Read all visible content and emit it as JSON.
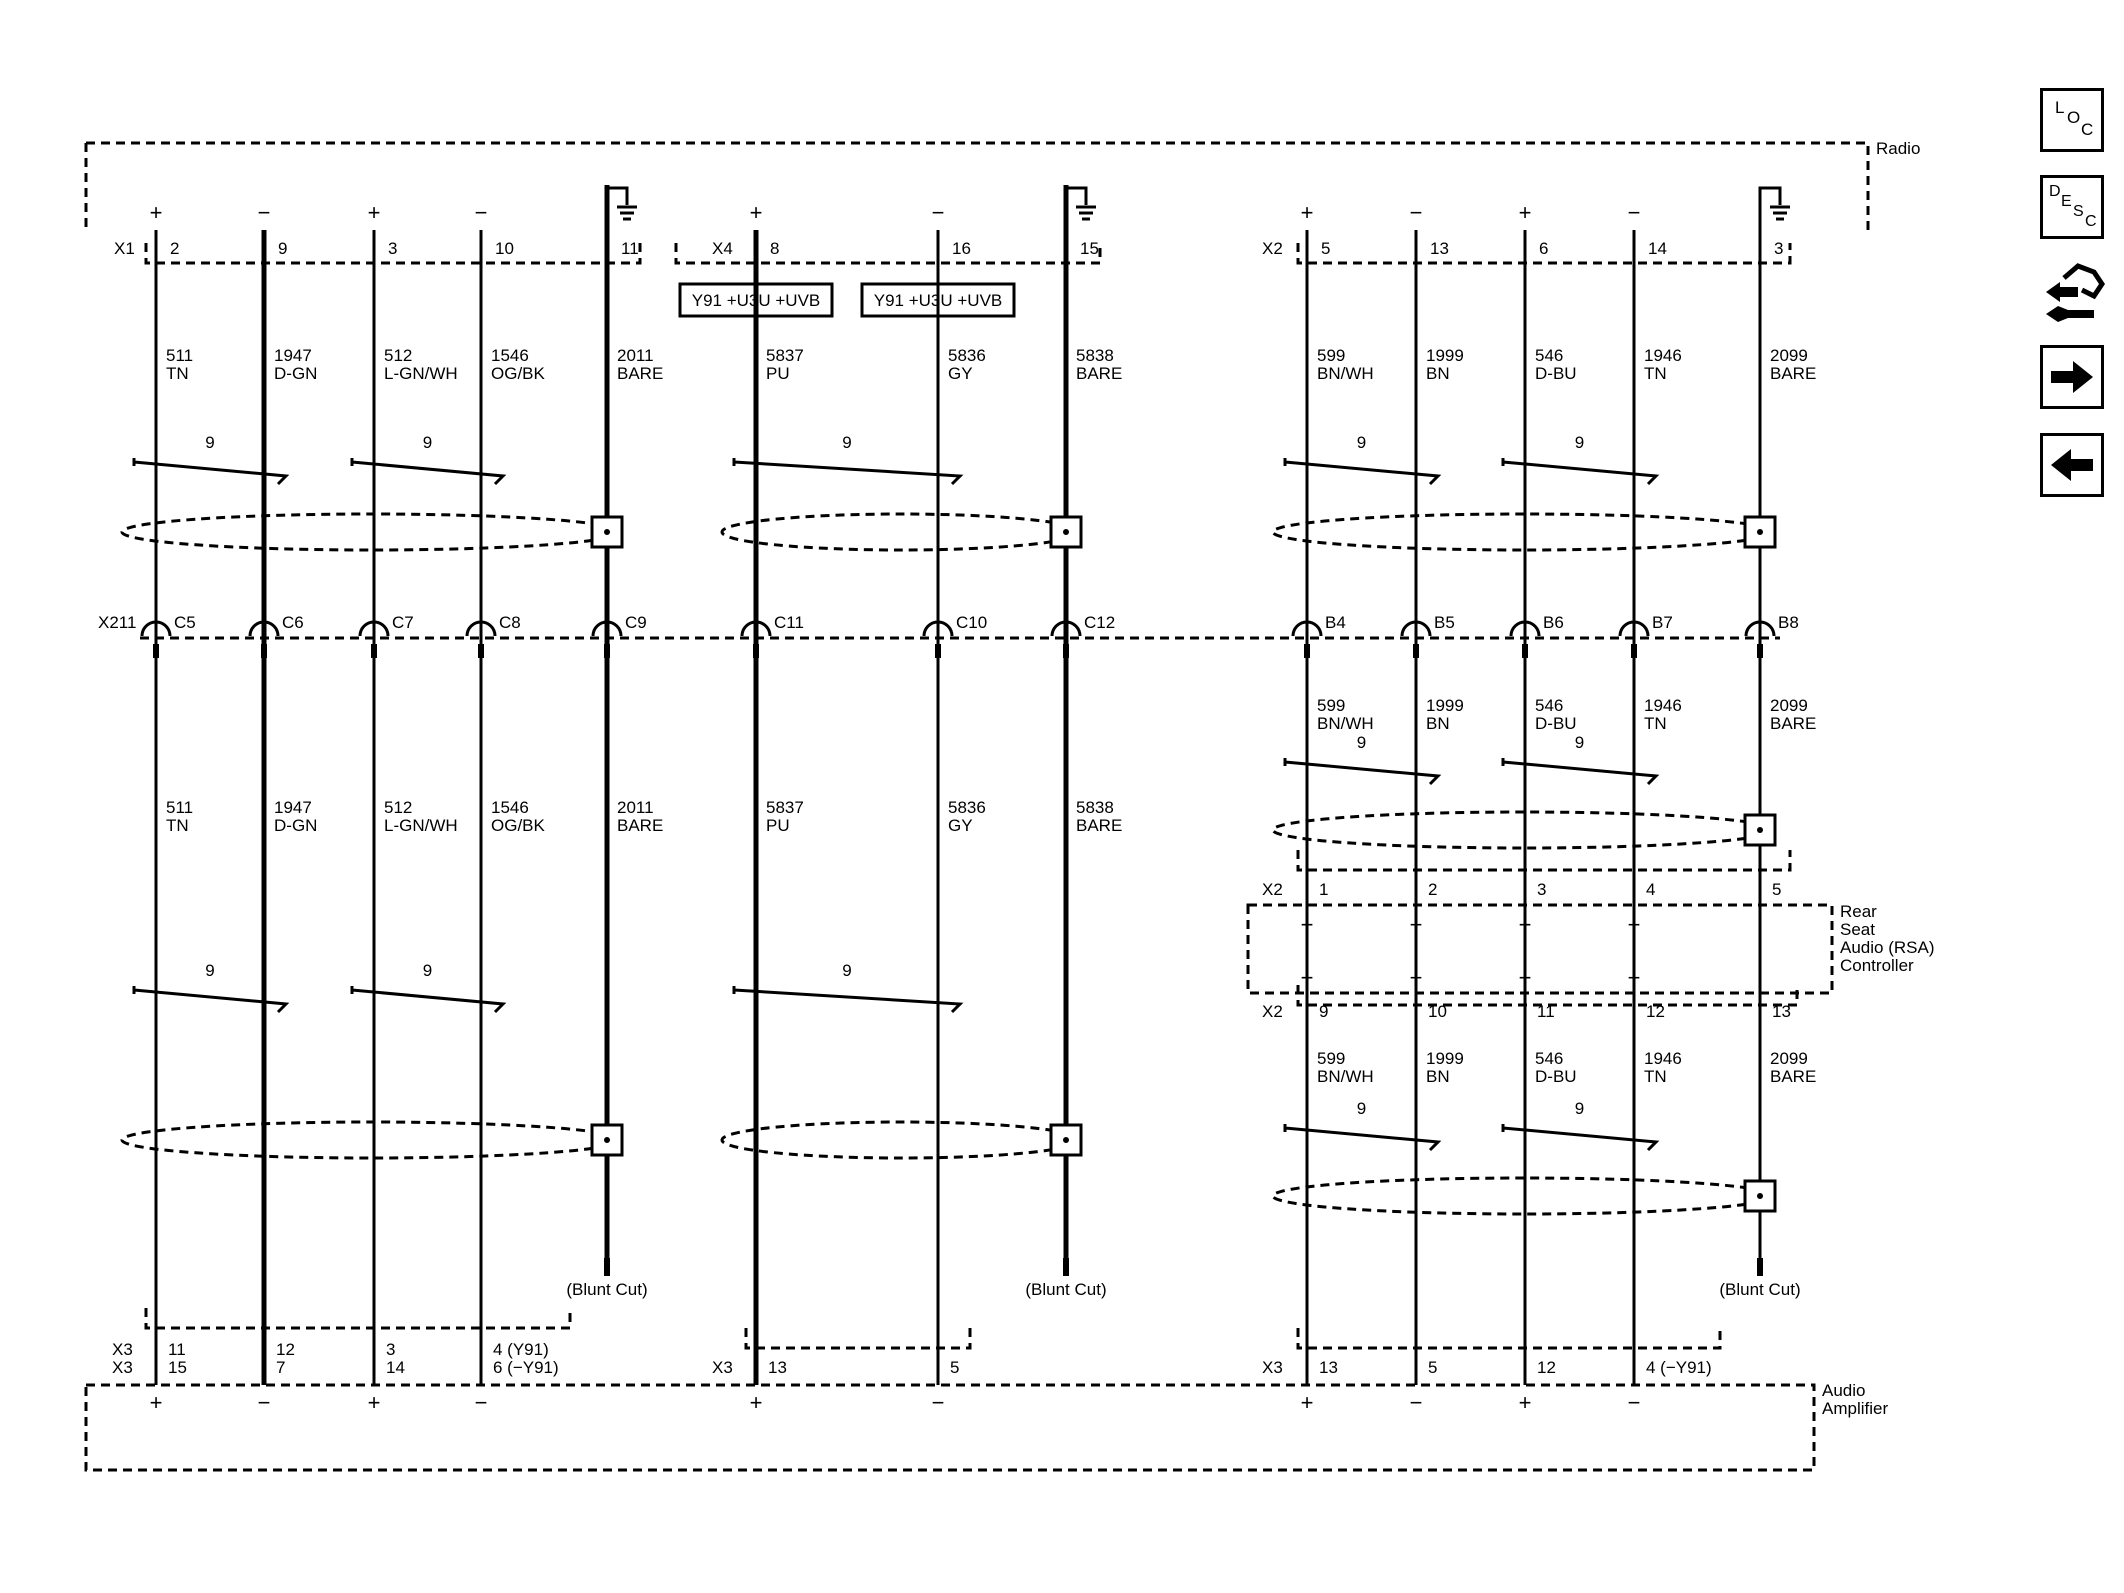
{
  "components": {
    "radio": "Radio",
    "rsa": [
      "Rear",
      "Seat",
      "Audio (RSA)",
      "Controller"
    ],
    "amplifier": [
      "Audio",
      "Amplifier"
    ]
  },
  "connectors": {
    "radio_left": "X1",
    "radio_mid": "X4",
    "radio_right": "X2",
    "inline": "X211",
    "rsa_top": "X2",
    "rsa_bottom": "X2",
    "amp_left_a": "X3",
    "amp_left_b": "X3",
    "amp_mid": "X3",
    "amp_right": "X3"
  },
  "options_box": "Y91 +U3U +UVB",
  "blunt_cut": "(Blunt Cut)",
  "twist_count": "9",
  "circuits": [
    {
      "id": "511",
      "color": "TN",
      "radio_pin": "2",
      "inline": "C5",
      "amp_pin_a": "11",
      "amp_pin_b": "15",
      "polarity": "+"
    },
    {
      "id": "1947",
      "color": "D-GN",
      "radio_pin": "9",
      "inline": "C6",
      "amp_pin_a": "12",
      "amp_pin_b": "7",
      "polarity": "−"
    },
    {
      "id": "512",
      "color": "L-GN/WH",
      "radio_pin": "3",
      "inline": "C7",
      "amp_pin_a": "3",
      "amp_pin_b": "14",
      "polarity": "+"
    },
    {
      "id": "1546",
      "color": "OG/BK",
      "radio_pin": "10",
      "inline": "C8",
      "amp_pin_a": "4 (Y91)",
      "amp_pin_b": "6 (−Y91)",
      "polarity": "−"
    },
    {
      "id": "2011",
      "color": "BARE",
      "radio_pin": "11",
      "inline": "C9",
      "polarity": "ground"
    },
    {
      "id": "5837",
      "color": "PU",
      "radio_pin": "8",
      "inline": "C11",
      "amp_pin": "13",
      "polarity": "+"
    },
    {
      "id": "5836",
      "color": "GY",
      "radio_pin": "16",
      "inline": "C10",
      "amp_pin": "5",
      "polarity": "−"
    },
    {
      "id": "5838",
      "color": "BARE",
      "radio_pin": "15",
      "inline": "C12",
      "polarity": "ground"
    },
    {
      "id": "599",
      "color": "BN/WH",
      "radio_pin": "5",
      "inline": "B4",
      "rsa_in": "1",
      "rsa_out": "9",
      "amp_pin": "13",
      "polarity": "+"
    },
    {
      "id": "1999",
      "color": "BN",
      "radio_pin": "13",
      "inline": "B5",
      "rsa_in": "2",
      "rsa_out": "10",
      "amp_pin": "5",
      "polarity": "−"
    },
    {
      "id": "546",
      "color": "D-BU",
      "radio_pin": "6",
      "inline": "B6",
      "rsa_in": "3",
      "rsa_out": "11",
      "amp_pin": "12",
      "polarity": "+"
    },
    {
      "id": "1946",
      "color": "TN",
      "radio_pin": "14",
      "inline": "B7",
      "rsa_in": "4",
      "rsa_out": "12",
      "amp_pin": "4 (−Y91)",
      "polarity": "−"
    },
    {
      "id": "2099",
      "color": "BARE",
      "radio_pin": "3",
      "inline": "B8",
      "rsa_in": "5",
      "rsa_out": "13",
      "polarity": "ground"
    }
  ],
  "nav": {
    "loc": {
      "l1": "L",
      "l2": "O",
      "l3": "C"
    },
    "desc": {
      "l1": "D",
      "l2": "E",
      "l3": "S",
      "l4": "C"
    }
  }
}
